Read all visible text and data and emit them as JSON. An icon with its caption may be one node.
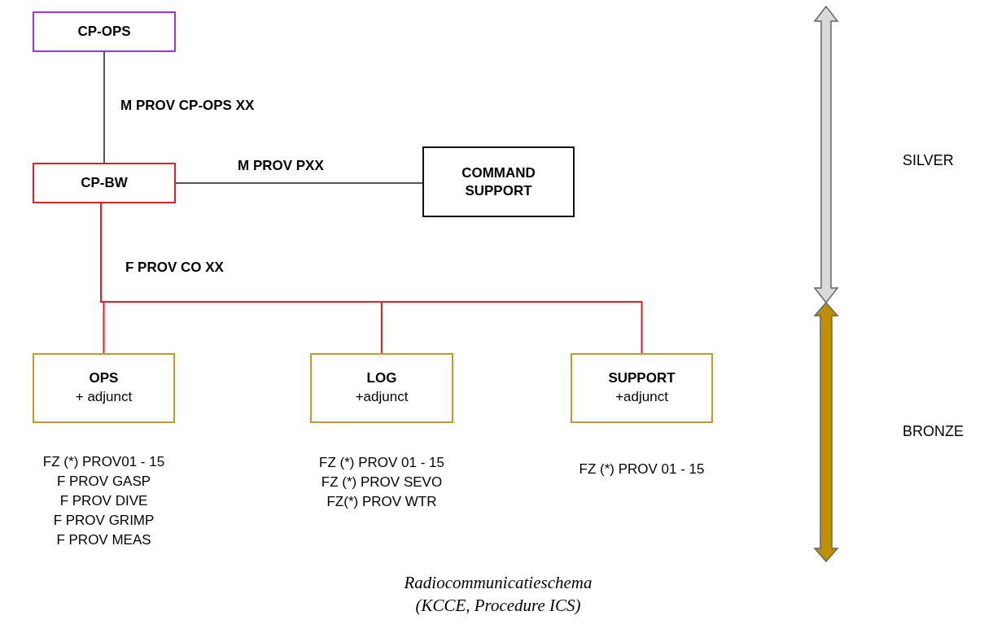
{
  "diagram": {
    "caption": "Radiocommunicatieschema (KCCE, Procedure ICS)",
    "nodes": [
      {
        "text": [
          "CP-OPS"
        ]
      },
      {
        "text": [
          "CP-BW"
        ]
      },
      {
        "text": [
          "COMMAND SUPPORT"
        ]
      },
      {
        "text": [
          "OPS",
          "+ adjunct"
        ],
        "beside": [
          "FZ (*) PROV01 - 15",
          "F PROV GASP",
          "F PROV DIVE",
          "F PROV GRIMP",
          "F PROV MEAS"
        ]
      },
      {
        "text": [
          "LOG",
          "+adjunct"
        ],
        "beside": [
          "FZ (*) PROV 01 - 15",
          "FZ (*) PROV SEVO",
          "FZ(*) PROV WTR"
        ]
      },
      {
        "text": [
          "SUPPORT",
          "+adjunct"
        ],
        "beside": [
          "FZ (*) PROV 01 - 15"
        ]
      }
    ],
    "edges": [
      {
        "from": 0,
        "to": 1,
        "arrow": "none",
        "label": "M PROV CP-OPS XX",
        "color": "#555555"
      },
      {
        "from": 1,
        "to": 2,
        "arrow": "none",
        "label": "M PROV PXX",
        "color": "#555555"
      },
      {
        "from": 1,
        "to": 3,
        "arrow": "none",
        "label": "F PROV CO XX"
      },
      {
        "from": 1,
        "to": 4,
        "arrow": "none"
      },
      {
        "from": 1,
        "to": 5,
        "arrow": "none"
      }
    ],
    "labels": [
      "SILVER",
      "BRONZE"
    ]
  }
}
